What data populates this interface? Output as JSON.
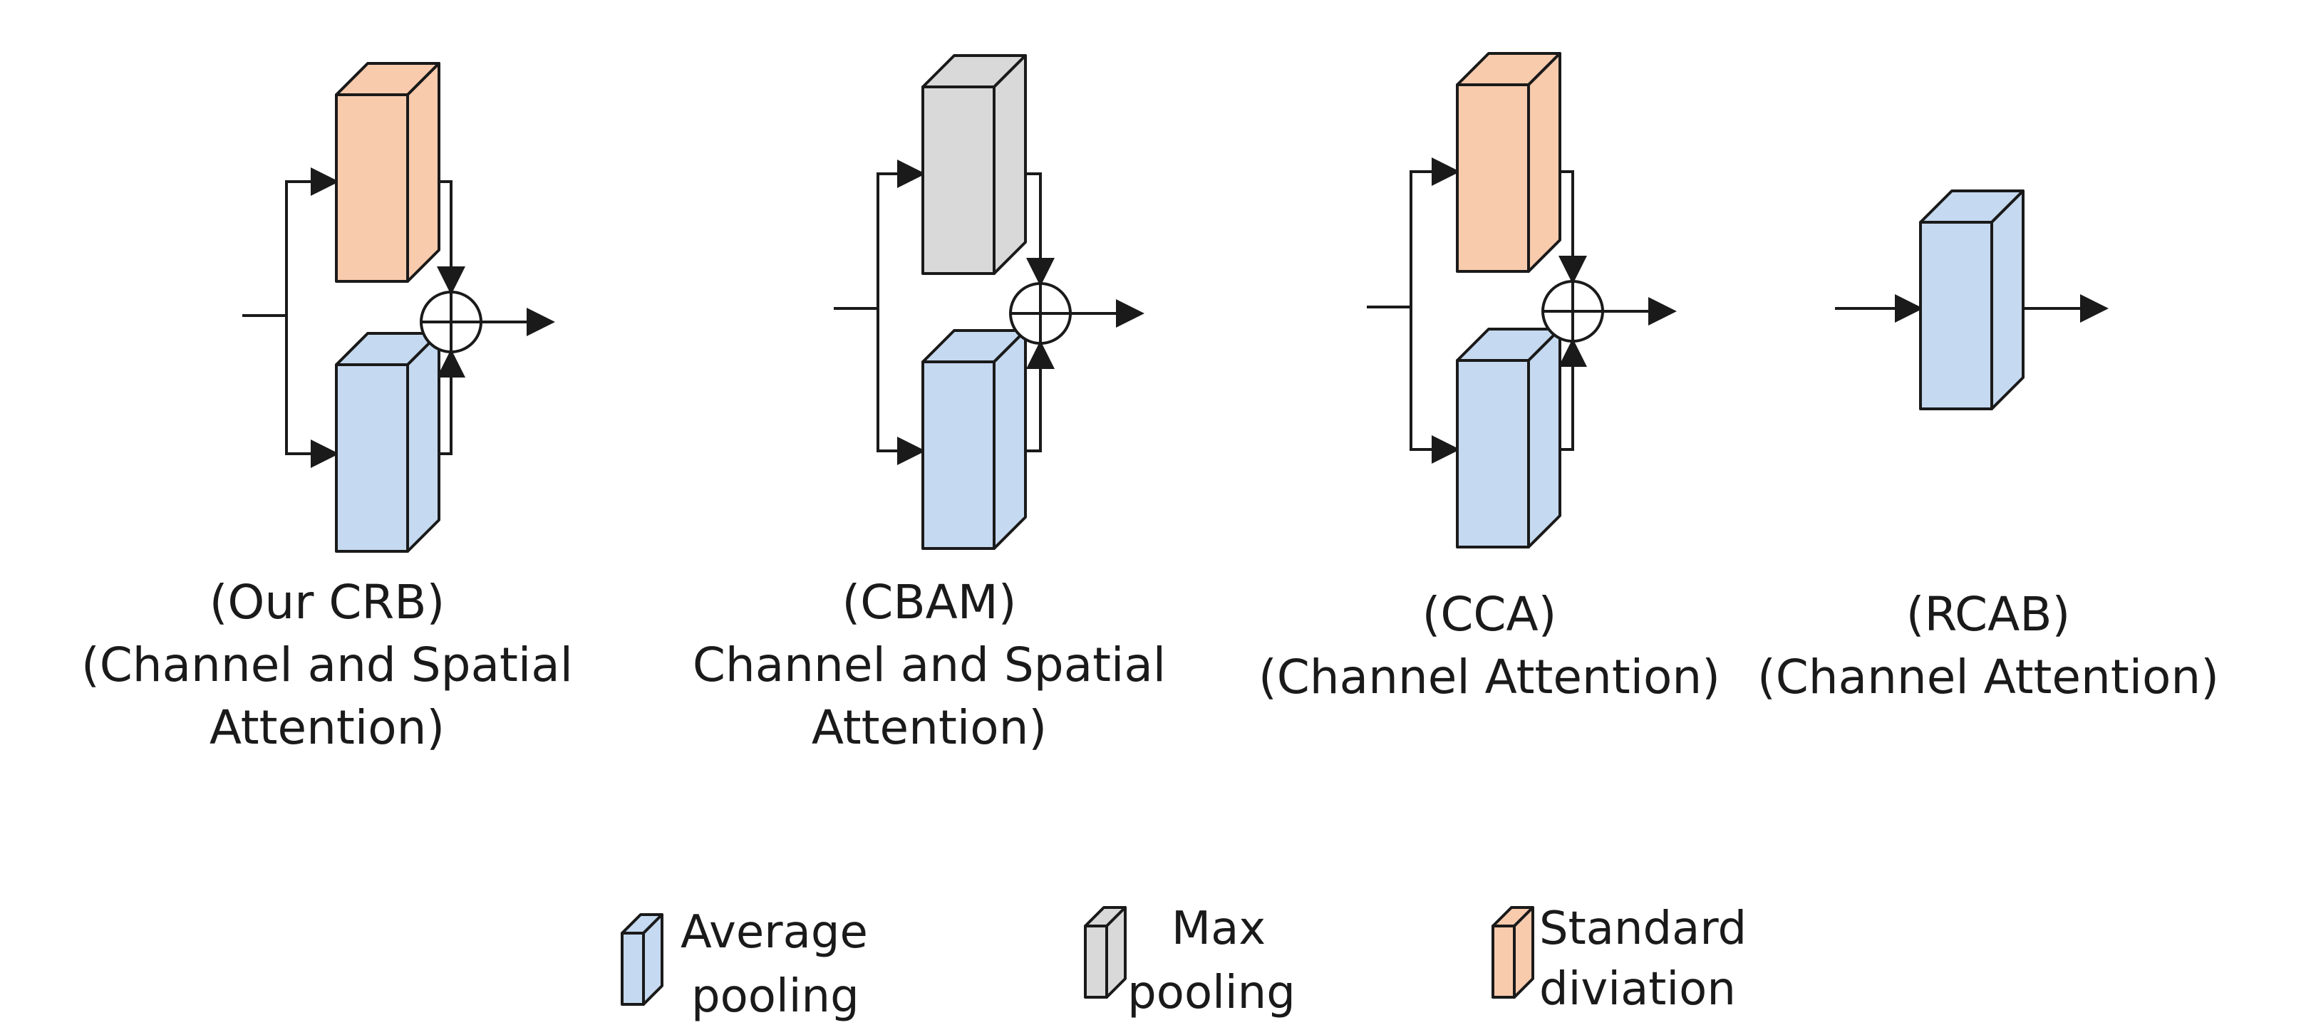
{
  "colors": {
    "average_pooling": "#c5d9f0",
    "max_pooling": "#d9d9d9",
    "standard_deviation": "#f8cbad",
    "stroke": "#1a1a1a"
  },
  "blocks": [
    {
      "id": "crb",
      "caption": [
        "(Our CRB)",
        "(Channel and Spatial",
        "Attention)"
      ],
      "upper": "standard_deviation",
      "lower": "average_pooling"
    },
    {
      "id": "cbam",
      "caption": [
        "(CBAM)",
        "Channel and Spatial",
        "Attention)"
      ],
      "upper": "max_pooling",
      "lower": "average_pooling"
    },
    {
      "id": "cca",
      "caption": [
        "(CCA)",
        "(Channel Attention)"
      ],
      "upper": "standard_deviation",
      "lower": "average_pooling"
    },
    {
      "id": "rcab",
      "caption": [
        "(RCAB)",
        "(Channel Attention)"
      ],
      "single": "average_pooling"
    }
  ],
  "legend": [
    {
      "id": "average_pooling",
      "label": [
        "Average",
        "pooling"
      ]
    },
    {
      "id": "max_pooling",
      "label": [
        "Max",
        "pooling"
      ]
    },
    {
      "id": "standard_deviation",
      "label": [
        "Standard",
        "diviation"
      ]
    }
  ]
}
